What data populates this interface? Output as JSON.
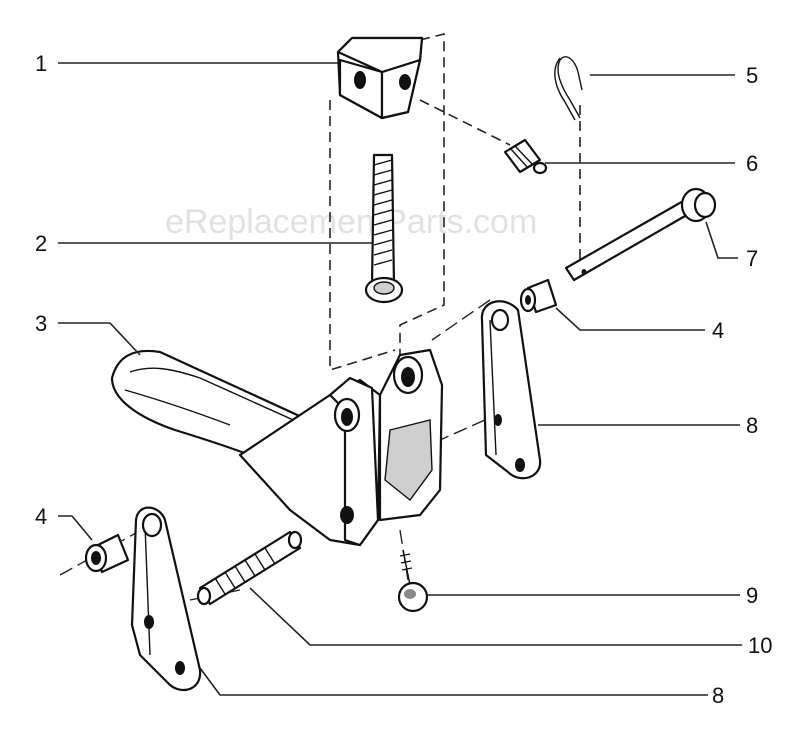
{
  "watermark": "eReplacementParts.com",
  "callouts": {
    "c1": "1",
    "c2": "2",
    "c3": "3",
    "c4_left": "4",
    "c4_right": "4",
    "c5": "5",
    "c6": "6",
    "c7": "7",
    "c8_right": "8",
    "c8_bottom": "8",
    "c9": "9",
    "c10": "10"
  }
}
